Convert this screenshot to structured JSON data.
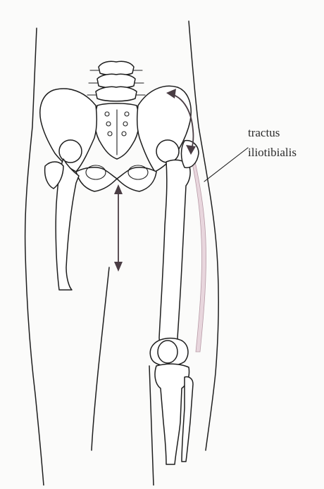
{
  "annotation": {
    "line1": "tractus",
    "line2": "iliotibialis"
  },
  "colors": {
    "ink": "#1e1e1e",
    "band": "#e8d6dd",
    "arrow": "#4a3d44",
    "background": "#fbfbfa"
  },
  "figure": {
    "subject": "anterior view of pelvis and thigh bones with iliotibial tract",
    "icons": [
      "pelvis",
      "lumbar-spine",
      "sacrum",
      "femur",
      "patella",
      "tibia",
      "fibula",
      "double-arrow"
    ]
  }
}
